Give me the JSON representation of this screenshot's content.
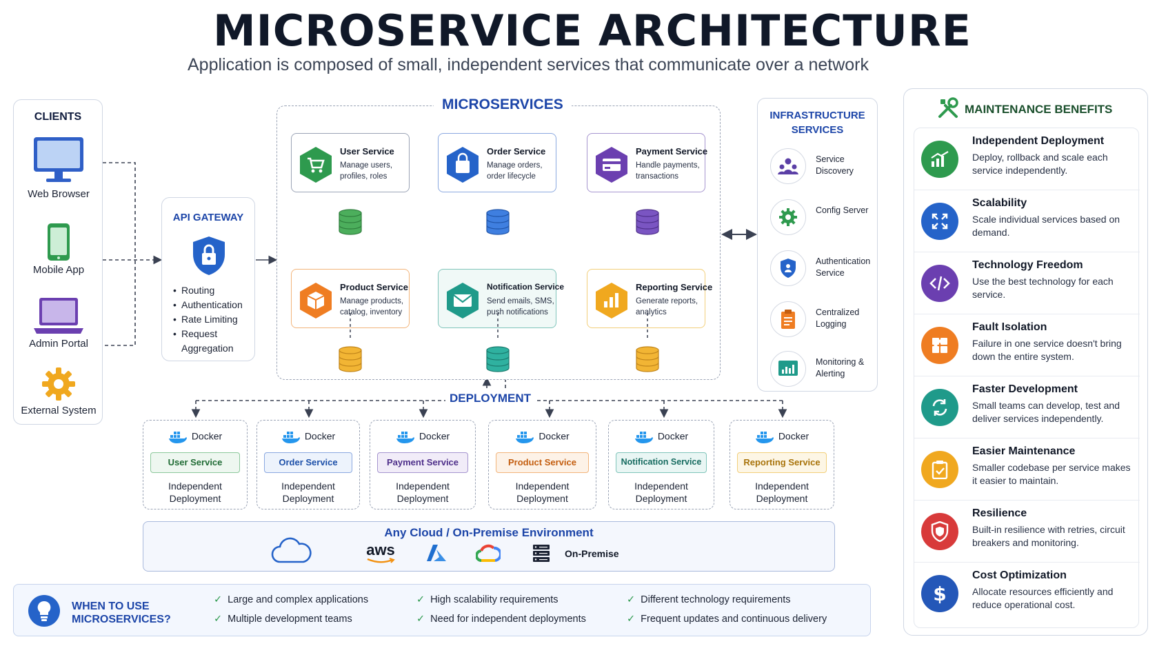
{
  "title": "MICROSERVICE ARCHITECTURE",
  "subtitle": "Application is composed of small, independent services that communicate over a network",
  "clients": {
    "title": "CLIENTS",
    "items": [
      {
        "label": "Web Browser",
        "icon": "monitor-icon"
      },
      {
        "label": "Mobile App",
        "icon": "phone-icon"
      },
      {
        "label": "Admin Portal",
        "icon": "laptop-icon"
      },
      {
        "label": "External System",
        "icon": "gear-icon"
      }
    ]
  },
  "api_gateway": {
    "title": "API GATEWAY",
    "icon": "lock-shield-icon",
    "features": [
      "Routing",
      "Authentication",
      "Rate Limiting",
      "Request Aggregation"
    ]
  },
  "microservices": {
    "title": "MICROSERVICES",
    "services": [
      {
        "name": "User Service",
        "desc": "Manage users, profiles, roles",
        "color": "#2e9a4e",
        "icon": "cart-icon"
      },
      {
        "name": "Order Service",
        "desc": "Manage orders, order lifecycle",
        "color": "#2563c9",
        "icon": "bag-icon"
      },
      {
        "name": "Payment Service",
        "desc": "Handle payments, transactions",
        "color": "#6b3fb0",
        "icon": "card-icon"
      },
      {
        "name": "Product Service",
        "desc": "Manage products, catalog, inventory",
        "color": "#ef7d22",
        "icon": "box-icon"
      },
      {
        "name": "Notification Service",
        "desc": "Send emails, SMS, push notifications",
        "color": "#1f9a8a",
        "icon": "mail-icon"
      },
      {
        "name": "Reporting Service",
        "desc": "Generate reports, analytics",
        "color": "#f0a81f",
        "icon": "chart-icon"
      }
    ]
  },
  "infrastructure": {
    "title": "INFRASTRUCTURE SERVICES",
    "items": [
      {
        "label": "Service Discovery",
        "icon": "people-icon",
        "color": "#5b3fa6"
      },
      {
        "label": "Config Server",
        "icon": "gear-icon",
        "color": "#2e9a4e"
      },
      {
        "label": "Authentication Service",
        "icon": "shield-icon",
        "color": "#2563c9"
      },
      {
        "label": "Centralized Logging",
        "icon": "clipboard-icon",
        "color": "#ef7d22"
      },
      {
        "label": "Monitoring & Alerting",
        "icon": "chart-icon",
        "color": "#1f9a8a"
      }
    ]
  },
  "maintenance": {
    "title": "MAINTENANCE BENEFITS",
    "icon": "tools-icon",
    "items": [
      {
        "title": "Independent Deployment",
        "desc": "Deploy, rollback and scale each service independently.",
        "color": "#2e9a4e",
        "icon": "growth-chart-icon"
      },
      {
        "title": "Scalability",
        "desc": "Scale individual services based on demand.",
        "color": "#2563c9",
        "icon": "expand-icon"
      },
      {
        "title": "Technology Freedom",
        "desc": "Use the best technology for each service.",
        "color": "#6b3fb0",
        "icon": "code-icon"
      },
      {
        "title": "Fault Isolation",
        "desc": "Failure in one service doesn't bring down the entire system.",
        "color": "#ef7d22",
        "icon": "puzzle-icon"
      },
      {
        "title": "Faster Development",
        "desc": "Small teams can develop, test and deliver services independently.",
        "color": "#1f9a8a",
        "icon": "refresh-icon"
      },
      {
        "title": "Easier Maintenance",
        "desc": "Smaller codebase per service makes it easier to maintain.",
        "color": "#f0a81f",
        "icon": "clipboard-check-icon"
      },
      {
        "title": "Resilience",
        "desc": "Built-in resilience with retries, circuit breakers and monitoring.",
        "color": "#d83a3a",
        "icon": "shield-icon"
      },
      {
        "title": "Cost Optimization",
        "desc": "Allocate resources efficiently and reduce operational cost.",
        "color": "#2457b8",
        "icon": "dollar-icon"
      }
    ]
  },
  "deployment": {
    "title": "DEPLOYMENT",
    "docker_label": "Docker",
    "independent_label": "Independent Deployment",
    "boxes": [
      {
        "service": "User Service",
        "color": "#2e9a4e",
        "bg": "#eef7f0"
      },
      {
        "service": "Order Service",
        "color": "#2563c9",
        "bg": "#edf3fc"
      },
      {
        "service": "Payment Service",
        "color": "#6b3fb0",
        "bg": "#f1ecf8"
      },
      {
        "service": "Product Service",
        "color": "#ef7d22",
        "bg": "#fdf2e7"
      },
      {
        "service": "Notification Service",
        "color": "#1f9a8a",
        "bg": "#e9f6f4"
      },
      {
        "service": "Reporting Service",
        "color": "#f0a81f",
        "bg": "#fdf6e5"
      }
    ]
  },
  "environment": {
    "title": "Any Cloud / On-Premise Environment",
    "providers": [
      "cloud-icon",
      "aws-logo",
      "azure-logo",
      "gcp-logo",
      "server-icon"
    ],
    "aws_text": "aws",
    "onprem_label": "On-Premise"
  },
  "when_to_use": {
    "title_line1": "WHEN TO USE",
    "title_line2": "MICROSERVICES?",
    "icon": "lightbulb-icon",
    "items": [
      "Large and complex applications",
      "Multiple development teams",
      "High scalability requirements",
      "Need for independent deployments",
      "Different technology requirements",
      "Frequent updates and continuous delivery"
    ]
  }
}
